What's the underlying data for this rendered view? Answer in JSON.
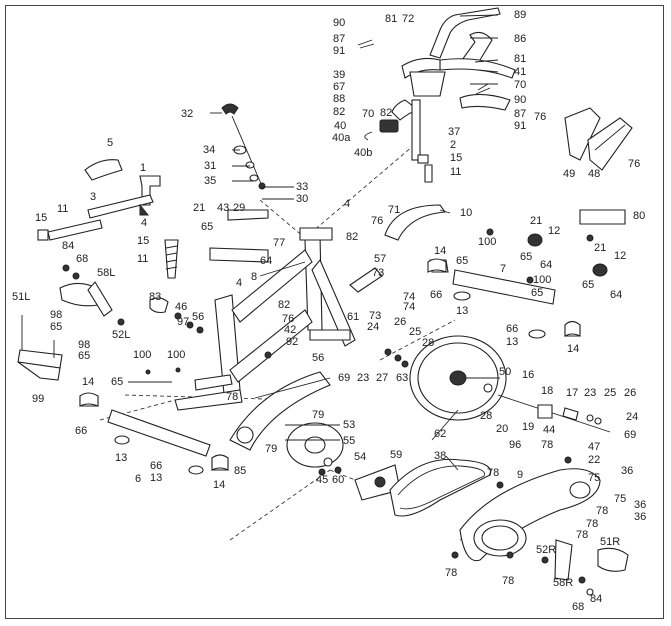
{
  "diagram": {
    "labels": [
      {
        "id": "l89",
        "text": "89"
      },
      {
        "id": "l90a",
        "text": "90"
      },
      {
        "id": "l81a",
        "text": "81"
      },
      {
        "id": "l72",
        "text": "72"
      },
      {
        "id": "l87a",
        "text": "87"
      },
      {
        "id": "l86",
        "text": "86"
      },
      {
        "id": "l91a",
        "text": "91"
      },
      {
        "id": "l81b",
        "text": "81"
      },
      {
        "id": "l39",
        "text": "39"
      },
      {
        "id": "l41",
        "text": "41"
      },
      {
        "id": "l67",
        "text": "67"
      },
      {
        "id": "l70a",
        "text": "70"
      },
      {
        "id": "l88",
        "text": "88"
      },
      {
        "id": "l90b",
        "text": "90"
      },
      {
        "id": "l82a",
        "text": "82"
      },
      {
        "id": "l87b",
        "text": "87"
      },
      {
        "id": "l70b",
        "text": "70"
      },
      {
        "id": "l82b",
        "text": "82"
      },
      {
        "id": "l91b",
        "text": "91"
      },
      {
        "id": "l40",
        "text": "40"
      },
      {
        "id": "l37",
        "text": "37"
      },
      {
        "id": "l40a",
        "text": "40a"
      },
      {
        "id": "l2",
        "text": "2"
      },
      {
        "id": "l40b",
        "text": "40b"
      },
      {
        "id": "l15a",
        "text": "15"
      },
      {
        "id": "l11a",
        "text": "11"
      },
      {
        "id": "l76a",
        "text": "76"
      },
      {
        "id": "l49",
        "text": "49"
      },
      {
        "id": "l48",
        "text": "48"
      },
      {
        "id": "l76b",
        "text": "76"
      },
      {
        "id": "l32",
        "text": "32"
      },
      {
        "id": "l34",
        "text": "34"
      },
      {
        "id": "l31",
        "text": "31"
      },
      {
        "id": "l35",
        "text": "35"
      },
      {
        "id": "l33",
        "text": "33"
      },
      {
        "id": "l30",
        "text": "30"
      },
      {
        "id": "l5",
        "text": "5"
      },
      {
        "id": "l1",
        "text": "1"
      },
      {
        "id": "l3",
        "text": "3"
      },
      {
        "id": "l4a",
        "text": "4"
      },
      {
        "id": "l15b",
        "text": "15"
      },
      {
        "id": "l11b",
        "text": "11"
      },
      {
        "id": "l15c",
        "text": "15"
      },
      {
        "id": "l11c",
        "text": "11"
      },
      {
        "id": "l21a",
        "text": "21"
      },
      {
        "id": "l43",
        "text": "43"
      },
      {
        "id": "l29",
        "text": "29"
      },
      {
        "id": "l65a",
        "text": "65"
      },
      {
        "id": "l77",
        "text": "77"
      },
      {
        "id": "l64a",
        "text": "64"
      },
      {
        "id": "l4b",
        "text": "4"
      },
      {
        "id": "l82c",
        "text": "82"
      },
      {
        "id": "l10",
        "text": "10"
      },
      {
        "id": "l71",
        "text": "71"
      },
      {
        "id": "l76c",
        "text": "76"
      },
      {
        "id": "l57",
        "text": "57"
      },
      {
        "id": "l80",
        "text": "80"
      },
      {
        "id": "l21b",
        "text": "21"
      },
      {
        "id": "l12a",
        "text": "12"
      },
      {
        "id": "l65b",
        "text": "65"
      },
      {
        "id": "l64b",
        "text": "64"
      },
      {
        "id": "l21c",
        "text": "21"
      },
      {
        "id": "l12b",
        "text": "12"
      },
      {
        "id": "l65c",
        "text": "65"
      },
      {
        "id": "l64c",
        "text": "64"
      },
      {
        "id": "l84a",
        "text": "84"
      },
      {
        "id": "l68a",
        "text": "68"
      },
      {
        "id": "l58L",
        "text": "58L"
      },
      {
        "id": "l51L",
        "text": "51L"
      },
      {
        "id": "l98a",
        "text": "98"
      },
      {
        "id": "l65d",
        "text": "65"
      },
      {
        "id": "l52L",
        "text": "52L"
      },
      {
        "id": "l98b",
        "text": "98"
      },
      {
        "id": "l65e",
        "text": "65"
      },
      {
        "id": "l99",
        "text": "99"
      },
      {
        "id": "l83",
        "text": "83"
      },
      {
        "id": "l46",
        "text": "46"
      },
      {
        "id": "l97",
        "text": "97"
      },
      {
        "id": "l56a",
        "text": "56"
      },
      {
        "id": "l4c",
        "text": "4"
      },
      {
        "id": "l8",
        "text": "8"
      },
      {
        "id": "l82d",
        "text": "82"
      },
      {
        "id": "l76d",
        "text": "76"
      },
      {
        "id": "l42",
        "text": "42"
      },
      {
        "id": "l92",
        "text": "92"
      },
      {
        "id": "l56b",
        "text": "56"
      },
      {
        "id": "l61",
        "text": "61"
      },
      {
        "id": "l73a",
        "text": "73"
      },
      {
        "id": "l74a",
        "text": "74"
      },
      {
        "id": "l73b",
        "text": "73"
      },
      {
        "id": "l74b",
        "text": "74"
      },
      {
        "id": "l14a",
        "text": "14"
      },
      {
        "id": "l100a",
        "text": "100"
      },
      {
        "id": "l65f",
        "text": "65"
      },
      {
        "id": "l7",
        "text": "7"
      },
      {
        "id": "l100b",
        "text": "100"
      },
      {
        "id": "l65g",
        "text": "65"
      },
      {
        "id": "l66a",
        "text": "66"
      },
      {
        "id": "l13a",
        "text": "13"
      },
      {
        "id": "l66b",
        "text": "66"
      },
      {
        "id": "l13b",
        "text": "13"
      },
      {
        "id": "l14b",
        "text": "14"
      },
      {
        "id": "l24a",
        "text": "24"
      },
      {
        "id": "l26a",
        "text": "26"
      },
      {
        "id": "l25a",
        "text": "25"
      },
      {
        "id": "l28a",
        "text": "28"
      },
      {
        "id": "l69a",
        "text": "69"
      },
      {
        "id": "l23a",
        "text": "23"
      },
      {
        "id": "l27",
        "text": "27"
      },
      {
        "id": "l63",
        "text": "63"
      },
      {
        "id": "l100c",
        "text": "100"
      },
      {
        "id": "l100d",
        "text": "100"
      },
      {
        "id": "l65h",
        "text": "65"
      },
      {
        "id": "l78a",
        "text": "78"
      },
      {
        "id": "l79a",
        "text": "79"
      },
      {
        "id": "l14c",
        "text": "14"
      },
      {
        "id": "l66c",
        "text": "66"
      },
      {
        "id": "l13c",
        "text": "13"
      },
      {
        "id": "l6",
        "text": "6"
      },
      {
        "id": "l66d",
        "text": "66"
      },
      {
        "id": "l13d",
        "text": "13"
      },
      {
        "id": "l14d",
        "text": "14"
      },
      {
        "id": "l53",
        "text": "53"
      },
      {
        "id": "l55",
        "text": "55"
      },
      {
        "id": "l79b",
        "text": "79"
      },
      {
        "id": "l85",
        "text": "85"
      },
      {
        "id": "l45",
        "text": "45"
      },
      {
        "id": "l60",
        "text": "60"
      },
      {
        "id": "l54",
        "text": "54"
      },
      {
        "id": "l59",
        "text": "59"
      },
      {
        "id": "l62",
        "text": "62"
      },
      {
        "id": "l28b",
        "text": "28"
      },
      {
        "id": "l50",
        "text": "50"
      },
      {
        "id": "l16",
        "text": "16"
      },
      {
        "id": "l18",
        "text": "18"
      },
      {
        "id": "l17",
        "text": "17"
      },
      {
        "id": "l23b",
        "text": "23"
      },
      {
        "id": "l25b",
        "text": "25"
      },
      {
        "id": "l26b",
        "text": "26"
      },
      {
        "id": "l24b",
        "text": "24"
      },
      {
        "id": "l69b",
        "text": "69"
      },
      {
        "id": "l20",
        "text": "20"
      },
      {
        "id": "l19",
        "text": "19"
      },
      {
        "id": "l96",
        "text": "96"
      },
      {
        "id": "l44",
        "text": "44"
      },
      {
        "id": "l47",
        "text": "47"
      },
      {
        "id": "l22",
        "text": "22"
      },
      {
        "id": "l38",
        "text": "38"
      },
      {
        "id": "l78b",
        "text": "78"
      },
      {
        "id": "l36a",
        "text": "36"
      },
      {
        "id": "l75a",
        "text": "75"
      },
      {
        "id": "l75b",
        "text": "75"
      },
      {
        "id": "l36b",
        "text": "36"
      },
      {
        "id": "l78c",
        "text": "78"
      },
      {
        "id": "l36c",
        "text": "36"
      },
      {
        "id": "l78d",
        "text": "78"
      },
      {
        "id": "l9",
        "text": "9"
      },
      {
        "id": "l78e",
        "text": "78"
      },
      {
        "id": "l78f",
        "text": "78"
      },
      {
        "id": "l52R",
        "text": "52R"
      },
      {
        "id": "l51R",
        "text": "51R"
      },
      {
        "id": "l78g",
        "text": "78"
      },
      {
        "id": "l78h",
        "text": "78"
      },
      {
        "id": "l58R",
        "text": "58R"
      },
      {
        "id": "l84b",
        "text": "84"
      },
      {
        "id": "l68b",
        "text": "68"
      }
    ]
  }
}
